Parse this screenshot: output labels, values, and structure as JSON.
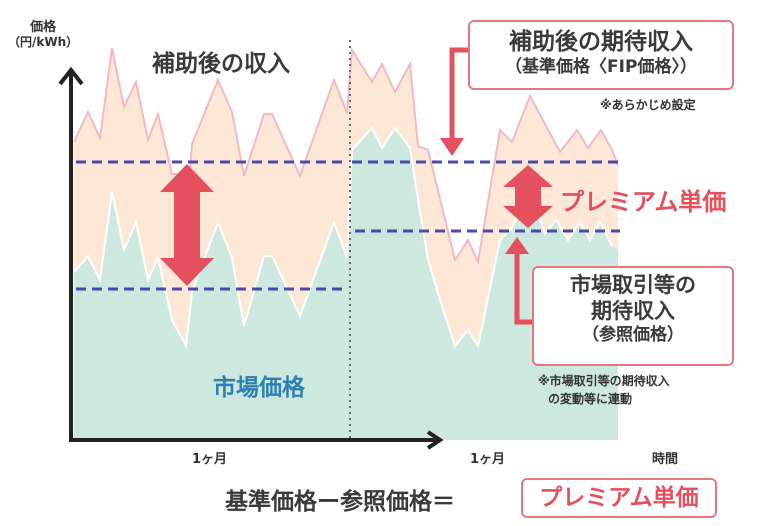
{
  "chart_data": {
    "type": "area",
    "title": "基準価格ー参照価格＝プレミアム単価",
    "xlabel": "時間",
    "ylabel": "価格（円/kWh）",
    "x_ticks": [
      "1ヶ月",
      "1ヶ月"
    ],
    "series": [
      {
        "name": "補助後の収入",
        "color": "#f4b8c2",
        "fill": "#fde8d8"
      },
      {
        "name": "市場価格",
        "color": "#ffffff",
        "fill": "#cde8df"
      }
    ],
    "reference_lines": [
      {
        "name": "基準価格（FIP価格）",
        "period": 1,
        "style": "dashed",
        "color": "#4a4aa8"
      },
      {
        "name": "参照価格",
        "period": 1,
        "style": "dashed",
        "color": "#4a4aa8"
      },
      {
        "name": "基準価格（FIP価格）",
        "period": 2,
        "style": "dashed",
        "color": "#4a4aa8"
      },
      {
        "name": "参照価格",
        "period": 2,
        "style": "dashed",
        "color": "#4a4aa8"
      }
    ],
    "period_divider": "dotted vertical line between month 1 and month 2"
  },
  "labels": {
    "y_axis_title": "価格",
    "y_axis_unit": "（円/kWh）",
    "subsidy_income": "補助後の収入",
    "market_price": "市場価格",
    "expected_income_box_line1": "補助後の期待収入",
    "expected_income_box_line2": "（基準価格〈FIP価格〉）",
    "preset_note": "※あらかじめ設定",
    "premium_unit_price": "プレミアム単価",
    "market_expected_box_line1": "市場取引等の",
    "market_expected_box_line2": "期待収入",
    "market_expected_box_line3": "（参照価格）",
    "linked_note_line1": "※市場取引等の期待収入",
    "linked_note_line2": "の変動等に連動",
    "x_tick_1": "1ヶ月",
    "x_tick_2": "1ヶ月",
    "x_axis_title": "時間",
    "formula_left": "基準価格ー参照価格＝",
    "formula_result": "プレミアム単価"
  },
  "colors": {
    "accent_red": "#e4505d",
    "box_border": "#e3787f",
    "market_blue": "#2c7fb0",
    "dash_line": "#4a4aa8",
    "subsidy_fill": "#fde8d8",
    "market_fill": "#cde8df"
  }
}
